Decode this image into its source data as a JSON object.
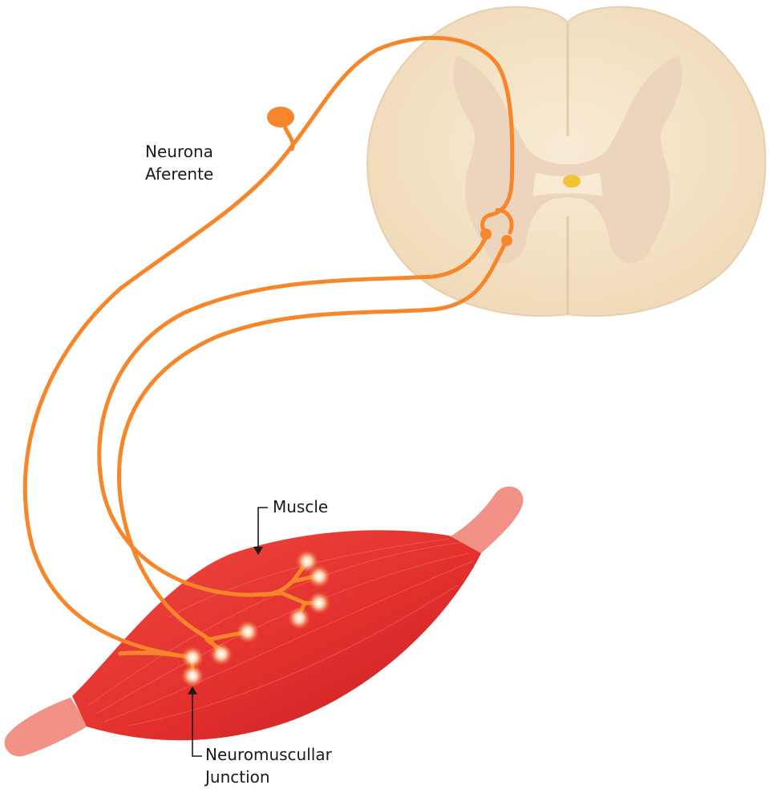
{
  "labels": {
    "afferent_line1": "Neurona",
    "afferent_line2": "Aferente",
    "muscle": "Muscle",
    "nmj_line1": "Neuromuscullar",
    "nmj_line2": "Junction"
  },
  "colors": {
    "nerve": "#f7862a",
    "cord_white_matter": "#f6e4c6",
    "cord_gray_matter": "#ecd3bd",
    "cord_canal": "#f2c330",
    "muscle": "#e5312f",
    "muscle_dark": "#c81f22",
    "tendon": "#f29186",
    "label_text": "#1a1a1a"
  }
}
